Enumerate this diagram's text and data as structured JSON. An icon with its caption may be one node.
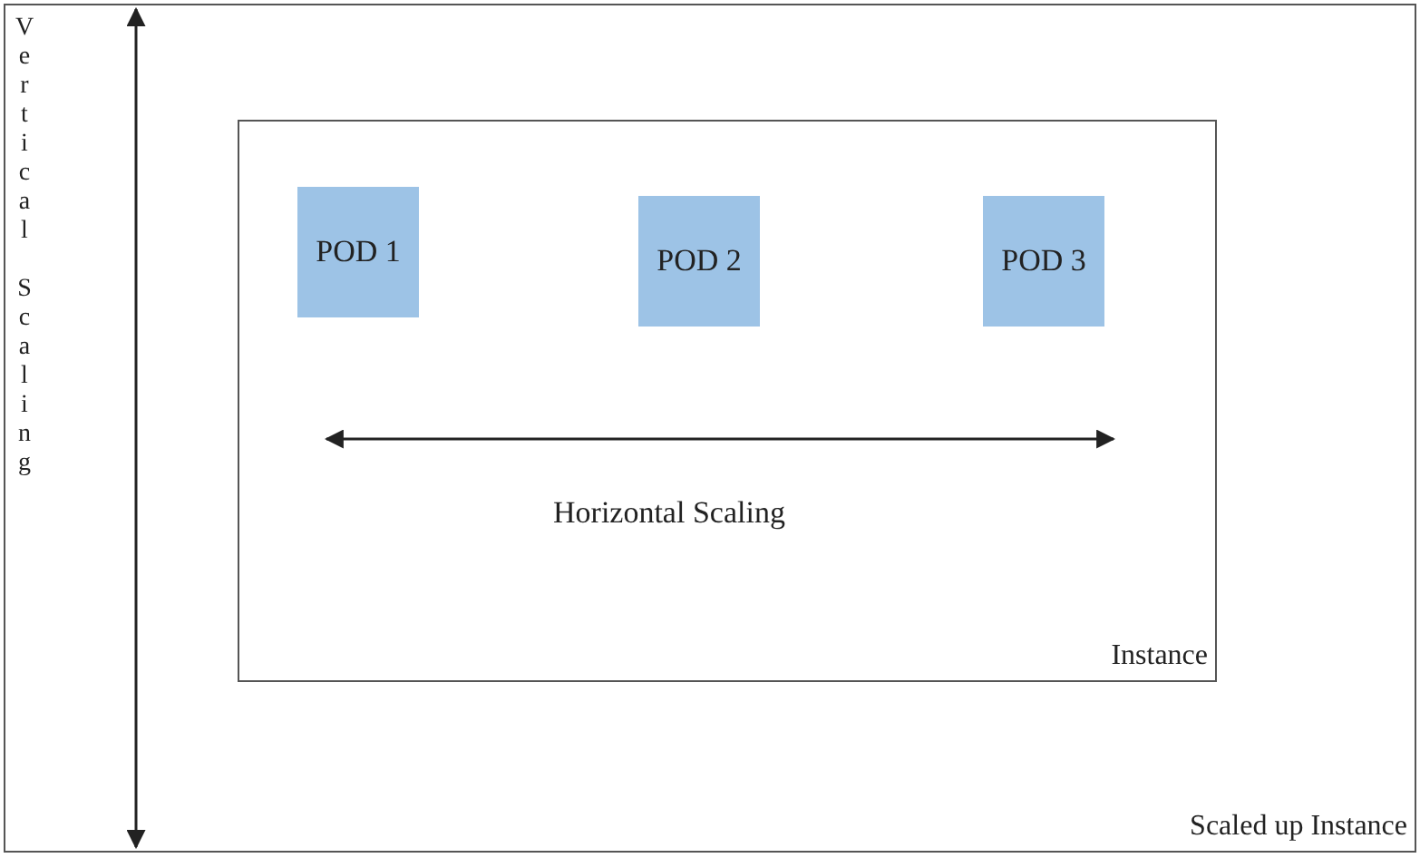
{
  "diagram": {
    "nodes": [
      {
        "text": [
          "Scaled up Instance"
        ]
      },
      {
        "text": [
          "Instance"
        ],
        "in": 0
      },
      {
        "text": [
          "POD 1"
        ],
        "in": 1
      },
      {
        "text": [
          "POD 2"
        ],
        "in": 1
      },
      {
        "text": [
          "POD 3"
        ],
        "in": 1
      }
    ],
    "labels": [
      "Vertical Scaling",
      "Horizontal Scaling"
    ]
  }
}
